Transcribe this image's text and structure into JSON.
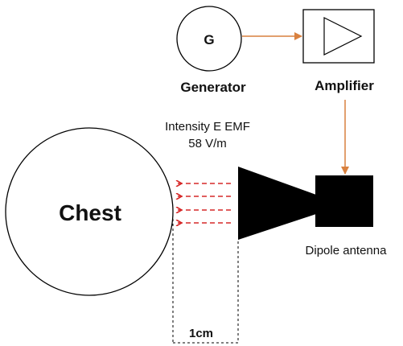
{
  "generator": {
    "symbol": "G",
    "label": "Generator"
  },
  "amplifier": {
    "label": "Amplifier"
  },
  "emf": {
    "line1": "Intensity E EMF",
    "line2": "58 V/m"
  },
  "chest": {
    "label": "Chest"
  },
  "antenna": {
    "label": "Dipole antenna"
  },
  "distance": {
    "label": "1cm"
  },
  "colors": {
    "signal_arrow": "#d9813f",
    "field_arrow": "#d62828",
    "stroke": "#000000"
  }
}
